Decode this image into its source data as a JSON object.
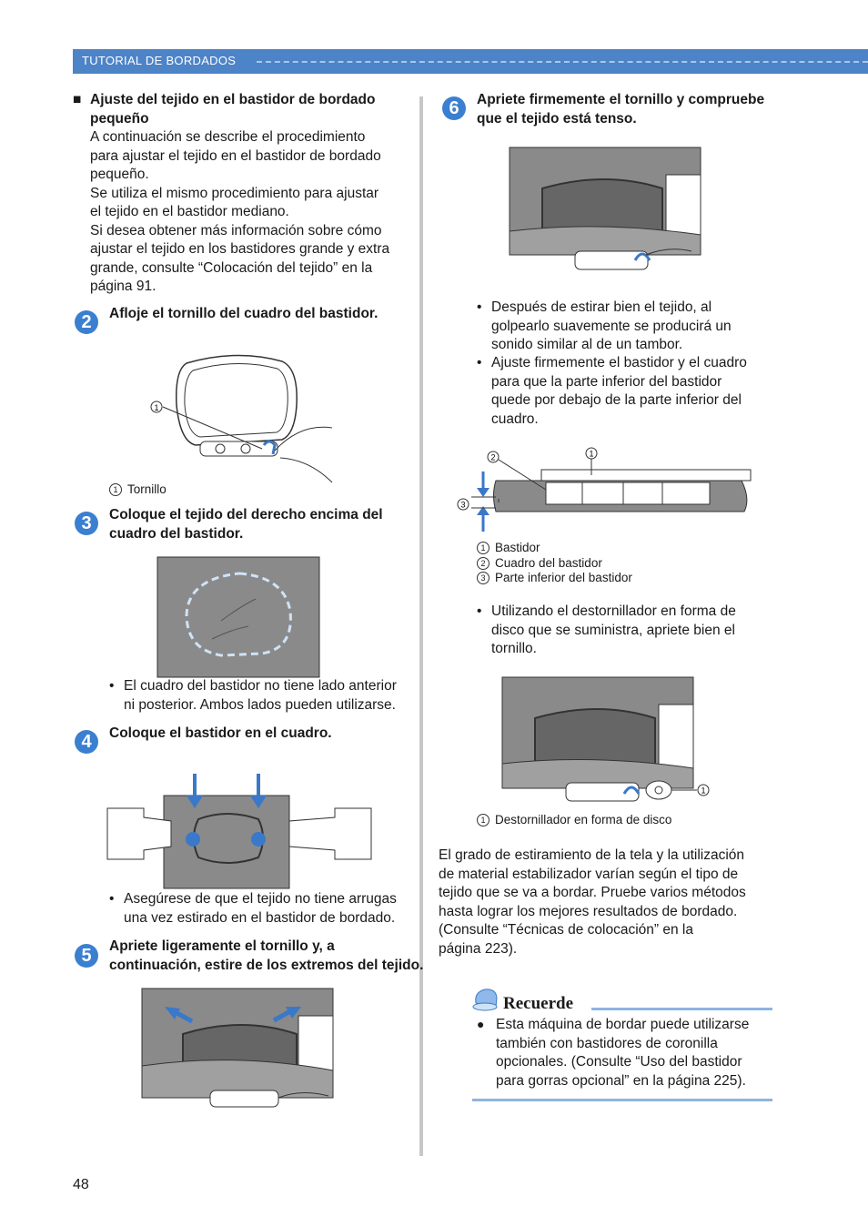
{
  "header": {
    "title": "TUTORIAL DE BORDADOS"
  },
  "left": {
    "section": {
      "marker": "■",
      "title_line1": "Ajuste del tejido en el bastidor de bordado",
      "title_line2": "pequeño",
      "para1": [
        "A continuación se describe el procedimiento",
        "para ajustar el tejido en el bastidor de bordado",
        "pequeño."
      ],
      "para2": [
        "Se utiliza el mismo procedimiento para ajustar",
        "el tejido en el bastidor mediano."
      ],
      "para3": [
        "Si desea obtener más información sobre cómo",
        "ajustar el tejido en los bastidores grande y extra",
        "grande, consulte “Colocación del tejido” en la",
        "página 91."
      ]
    },
    "step2": {
      "num": "2",
      "text": "Afloje el tornillo del cuadro del bastidor.",
      "callout": "1",
      "caption_num": "1",
      "caption": "Tornillo"
    },
    "step3": {
      "num": "3",
      "text1": "Coloque el tejido del derecho encima del",
      "text2": "cuadro del bastidor.",
      "bullet": [
        "El cuadro del bastidor no tiene lado anterior",
        "ni posterior. Ambos lados pueden utilizarse."
      ]
    },
    "step4": {
      "num": "4",
      "text": "Coloque el bastidor en el cuadro.",
      "bullet": [
        "Asegúrese de que el tejido no tiene arrugas",
        "una vez estirado en el bastidor de bordado."
      ]
    },
    "step5": {
      "num": "5",
      "text1": "Apriete ligeramente el tornillo y, a",
      "text2": "continuación, estire de los extremos del tejido."
    },
    "page_number": "48"
  },
  "right": {
    "step6": {
      "num": "6",
      "text1": "Apriete firmemente el tornillo y compruebe",
      "text2": "que el tejido está tenso.",
      "bullets1": [
        [
          "Después de estirar bien el tejido, al",
          "golpearlo suavemente se producirá un",
          "sonido similar al de un tambor."
        ],
        [
          "Ajuste firmemente el bastidor y el cuadro",
          "para que la parte inferior del bastidor",
          "quede por debajo de la parte inferior del",
          "cuadro."
        ]
      ],
      "diagram_callouts": [
        "2",
        "1",
        "3"
      ],
      "captions": [
        {
          "num": "1",
          "text": "Bastidor"
        },
        {
          "num": "2",
          "text": "Cuadro del bastidor"
        },
        {
          "num": "3",
          "text": "Parte inferior del bastidor"
        }
      ],
      "bullet2": [
        "Utilizando el destornillador en forma de",
        "disco que se suministra, apriete bien el",
        "tornillo."
      ],
      "callout2": "1",
      "caption2": {
        "num": "1",
        "text": "Destornillador en forma de disco"
      }
    },
    "paragraph": [
      "El grado de estiramiento de la tela y la utilización",
      "de material estabilizador varían según el tipo de",
      "tejido que se va a bordar. Pruebe varios métodos",
      "hasta lograr los mejores resultados de bordado.",
      "(Consulte “Técnicas de colocación” en la",
      "página 223)."
    ],
    "recuerde": {
      "title": "Recuerde",
      "bullet": [
        "Esta máquina de bordar puede utilizarse",
        "también con bastidores de coronilla",
        "opcionales. (Consulte “Uso del bastidor",
        "para gorras opcional” en la página 225)."
      ]
    }
  },
  "colors": {
    "accent": "#4d83c7",
    "step_badge": "#3b7fd0",
    "fabric": "#8a8a8a",
    "arrow": "#3a78c9"
  }
}
